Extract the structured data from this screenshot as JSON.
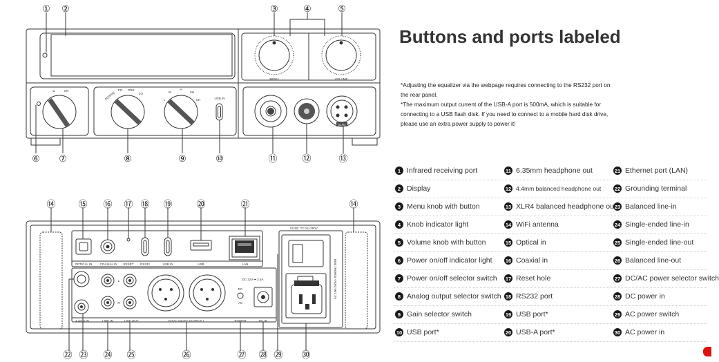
{
  "title": "Buttons and ports labeled",
  "notes": [
    "*Adjusting the equalizer via the webpage requires connecting to the RS232 port on",
    "the rear panel.",
    "*The maximum output current of the USB-A port is 500mA, which is suitable for",
    "connecting to a USB flash disk. If you need to connect to a mobile hard disk drive,",
    "please use an extra power supply to power it!"
  ],
  "legend": [
    [
      "1",
      "Infrared receiving port"
    ],
    [
      "2",
      "Display"
    ],
    [
      "3",
      "Menu knob with button"
    ],
    [
      "4",
      "Knob indicator light"
    ],
    [
      "5",
      "Volume knob with button"
    ],
    [
      "6",
      "Power on/off indicator light"
    ],
    [
      "7",
      "Power on/off selector switch"
    ],
    [
      "8",
      "Analog output selector switch"
    ],
    [
      "9",
      "Gain selector switch"
    ],
    [
      "10",
      "USB port*"
    ],
    [
      "11",
      "6.35mm headphone out"
    ],
    [
      "12",
      "4.4mm balanced headphone out"
    ],
    [
      "13",
      "XLR4 balanced headphone out"
    ],
    [
      "14",
      "WiFi antenna"
    ],
    [
      "15",
      "Optical in"
    ],
    [
      "16",
      "Coaxial in"
    ],
    [
      "17",
      "Reset hole"
    ],
    [
      "18",
      "RS232 port"
    ],
    [
      "19",
      "USB port*"
    ],
    [
      "20",
      "USB-A port*"
    ],
    [
      "21",
      "Ethernet port (LAN)"
    ],
    [
      "22",
      "Grounding terminal"
    ],
    [
      "23",
      "Balanced line-in"
    ],
    [
      "24",
      "Single-ended line-in"
    ],
    [
      "25",
      "Single-ended line-out"
    ],
    [
      "26",
      "Balanced line-out"
    ],
    [
      "27",
      "DC/AC power selector switch"
    ],
    [
      "28",
      "DC power in"
    ],
    [
      "29",
      "AC power switch"
    ],
    [
      "30",
      "AC power in"
    ]
  ],
  "front_panel": {
    "callouts": [
      "①",
      "②",
      "③",
      "④",
      "⑤",
      "⑥",
      "⑦",
      "⑧",
      "⑨",
      "⑩",
      "⑪",
      "⑫",
      "⑬"
    ],
    "labels": {
      "menu": "MENU",
      "volume": "VOLUME",
      "power_off": "⏻",
      "power_on": "ON",
      "po_pre": "PO/PRE",
      "po": "PO",
      "pre": "PRE",
      "lo": "LO",
      "gain_l": "L",
      "gain_m": "M",
      "gain_h": "H",
      "gain_sh": "SH",
      "gain_uh": "UH",
      "usb_in": "USB IN",
      "xlr_badge": "XLR4"
    }
  },
  "rear_panel": {
    "callouts": [
      "⑭",
      "⑮",
      "⑯",
      "⑰",
      "⑱",
      "⑲",
      "⑳",
      "㉑",
      "⑭",
      "㉒",
      "㉓",
      "㉔",
      "㉕",
      "㉖",
      "㉗",
      "㉘",
      "㉙",
      "㉚"
    ],
    "labels": {
      "optical": "OPTICAL IN",
      "coaxial": "COAXIAL IN",
      "reset": "RESET",
      "rs232": "RS232",
      "usbin": "USB IN",
      "usb": "USB",
      "lan": "LAN",
      "fuse": "FUSE: T2.0AL250V",
      "acspec": "AC 100-240V~ 50/60Hz 30W",
      "mm44": "4.4mm IN",
      "linein": "LINE IN",
      "lineout": "LINE OUT",
      "balout": "R  BALANCED OUTPUT  L",
      "dcspec": "DC 12V ⎓ 2.5A",
      "dc": "DC",
      "ac": "AC",
      "power": "POWER",
      "dcin": "DC IN",
      "l": "L",
      "r": "R"
    }
  }
}
